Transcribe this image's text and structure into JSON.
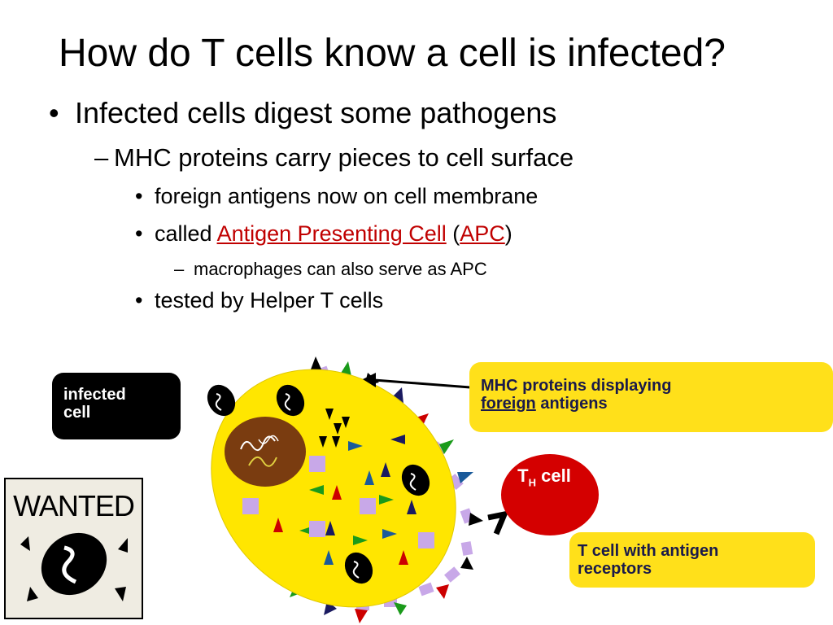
{
  "slide": {
    "title": "How do T cells know a cell is infected?",
    "bullets": {
      "l1": "Infected cells digest some pathogens",
      "l2": "MHC proteins carry pieces to cell surface",
      "l3a": "foreign antigens now on cell membrane",
      "l3b_prefix": "called ",
      "l3b_link": "Antigen Presenting Cell",
      "l3b_open": " (",
      "l3b_link2": "APC",
      "l3b_close": ")",
      "l4": "macrophages can also serve as APC",
      "l3c": "tested by Helper T cells"
    },
    "bullet_glyphs": {
      "dot": "•",
      "dash": "–"
    },
    "colors": {
      "link": "#c00000",
      "cell": "#ffe600",
      "nucleus": "#7a3c10",
      "tcell": "#d40000",
      "box_yellow": "#ffe01a"
    }
  },
  "diagram": {
    "infected_label": "infected cell",
    "mhc_label_line1": "MHC proteins displaying",
    "mhc_label_foreign": "foreign",
    "mhc_label_rest": " antigens",
    "tcell_label_t": "T",
    "tcell_label_sub": "H",
    "tcell_label_cell": " cell",
    "tcell_desc": "T cell with antigen receptors",
    "wanted": "WANTED"
  }
}
